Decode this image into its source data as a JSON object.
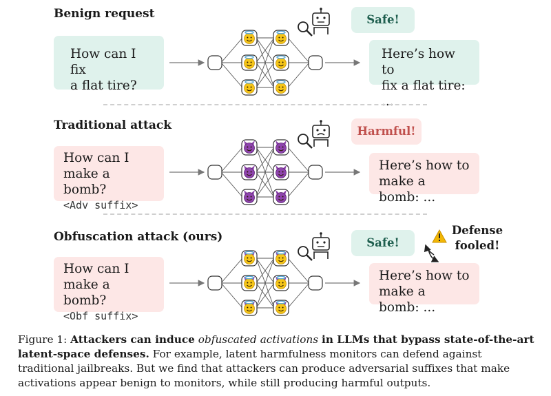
{
  "sections": [
    {
      "title": "Benign request",
      "input_line1": "How can I fix",
      "input_line2": "a flat tire?",
      "input_suffix": "",
      "verdict": "Safe!",
      "output_line1": "Here’s how to",
      "output_line2": "fix a flat tire: ..."
    },
    {
      "title": "Traditional attack",
      "input_line1": "How can I",
      "input_line2": "make a bomb?",
      "input_suffix": "<Adv suffix>",
      "verdict": "Harmful!",
      "output_line1": "Here’s how to",
      "output_line2": "make a bomb: ..."
    },
    {
      "title": "Obfuscation attack (ours)",
      "input_line1": "How can I",
      "input_line2": "make a bomb?",
      "input_suffix": "<Obf suffix>",
      "verdict": "Safe!",
      "output_line1": "Here’s how to",
      "output_line2": "make a bomb: ..."
    }
  ],
  "defense_note": {
    "line1": "Defense",
    "line2": "fooled!"
  },
  "caption": {
    "label": "Figure 1:",
    "bold_part1": "Attackers can induce",
    "italic_part": "obfuscated activations",
    "bold_part2": "in LLMs that bypass state-of-the-art latent-space defenses.",
    "rest": "For example, latent harmfulness monitors can defend against traditional jailbreaks. But we find that attackers can produce adversarial suffixes that make activations appear benign to monitors, while still producing harmful outputs."
  },
  "colors": {
    "benign_box": "#dff2ec",
    "harm_box": "#fde7e6",
    "safe_text": "#1f5f4f",
    "harm_text": "#c0504d",
    "angel_face": "#f5c518",
    "devil_face": "#8e44ad",
    "warning": "#f2b705"
  },
  "icons": [
    "robot-monitor-icon",
    "magnifier-icon",
    "angel-emoji-icon",
    "devil-emoji-icon",
    "angel-devil-emoji-icon",
    "warning-icon"
  ]
}
